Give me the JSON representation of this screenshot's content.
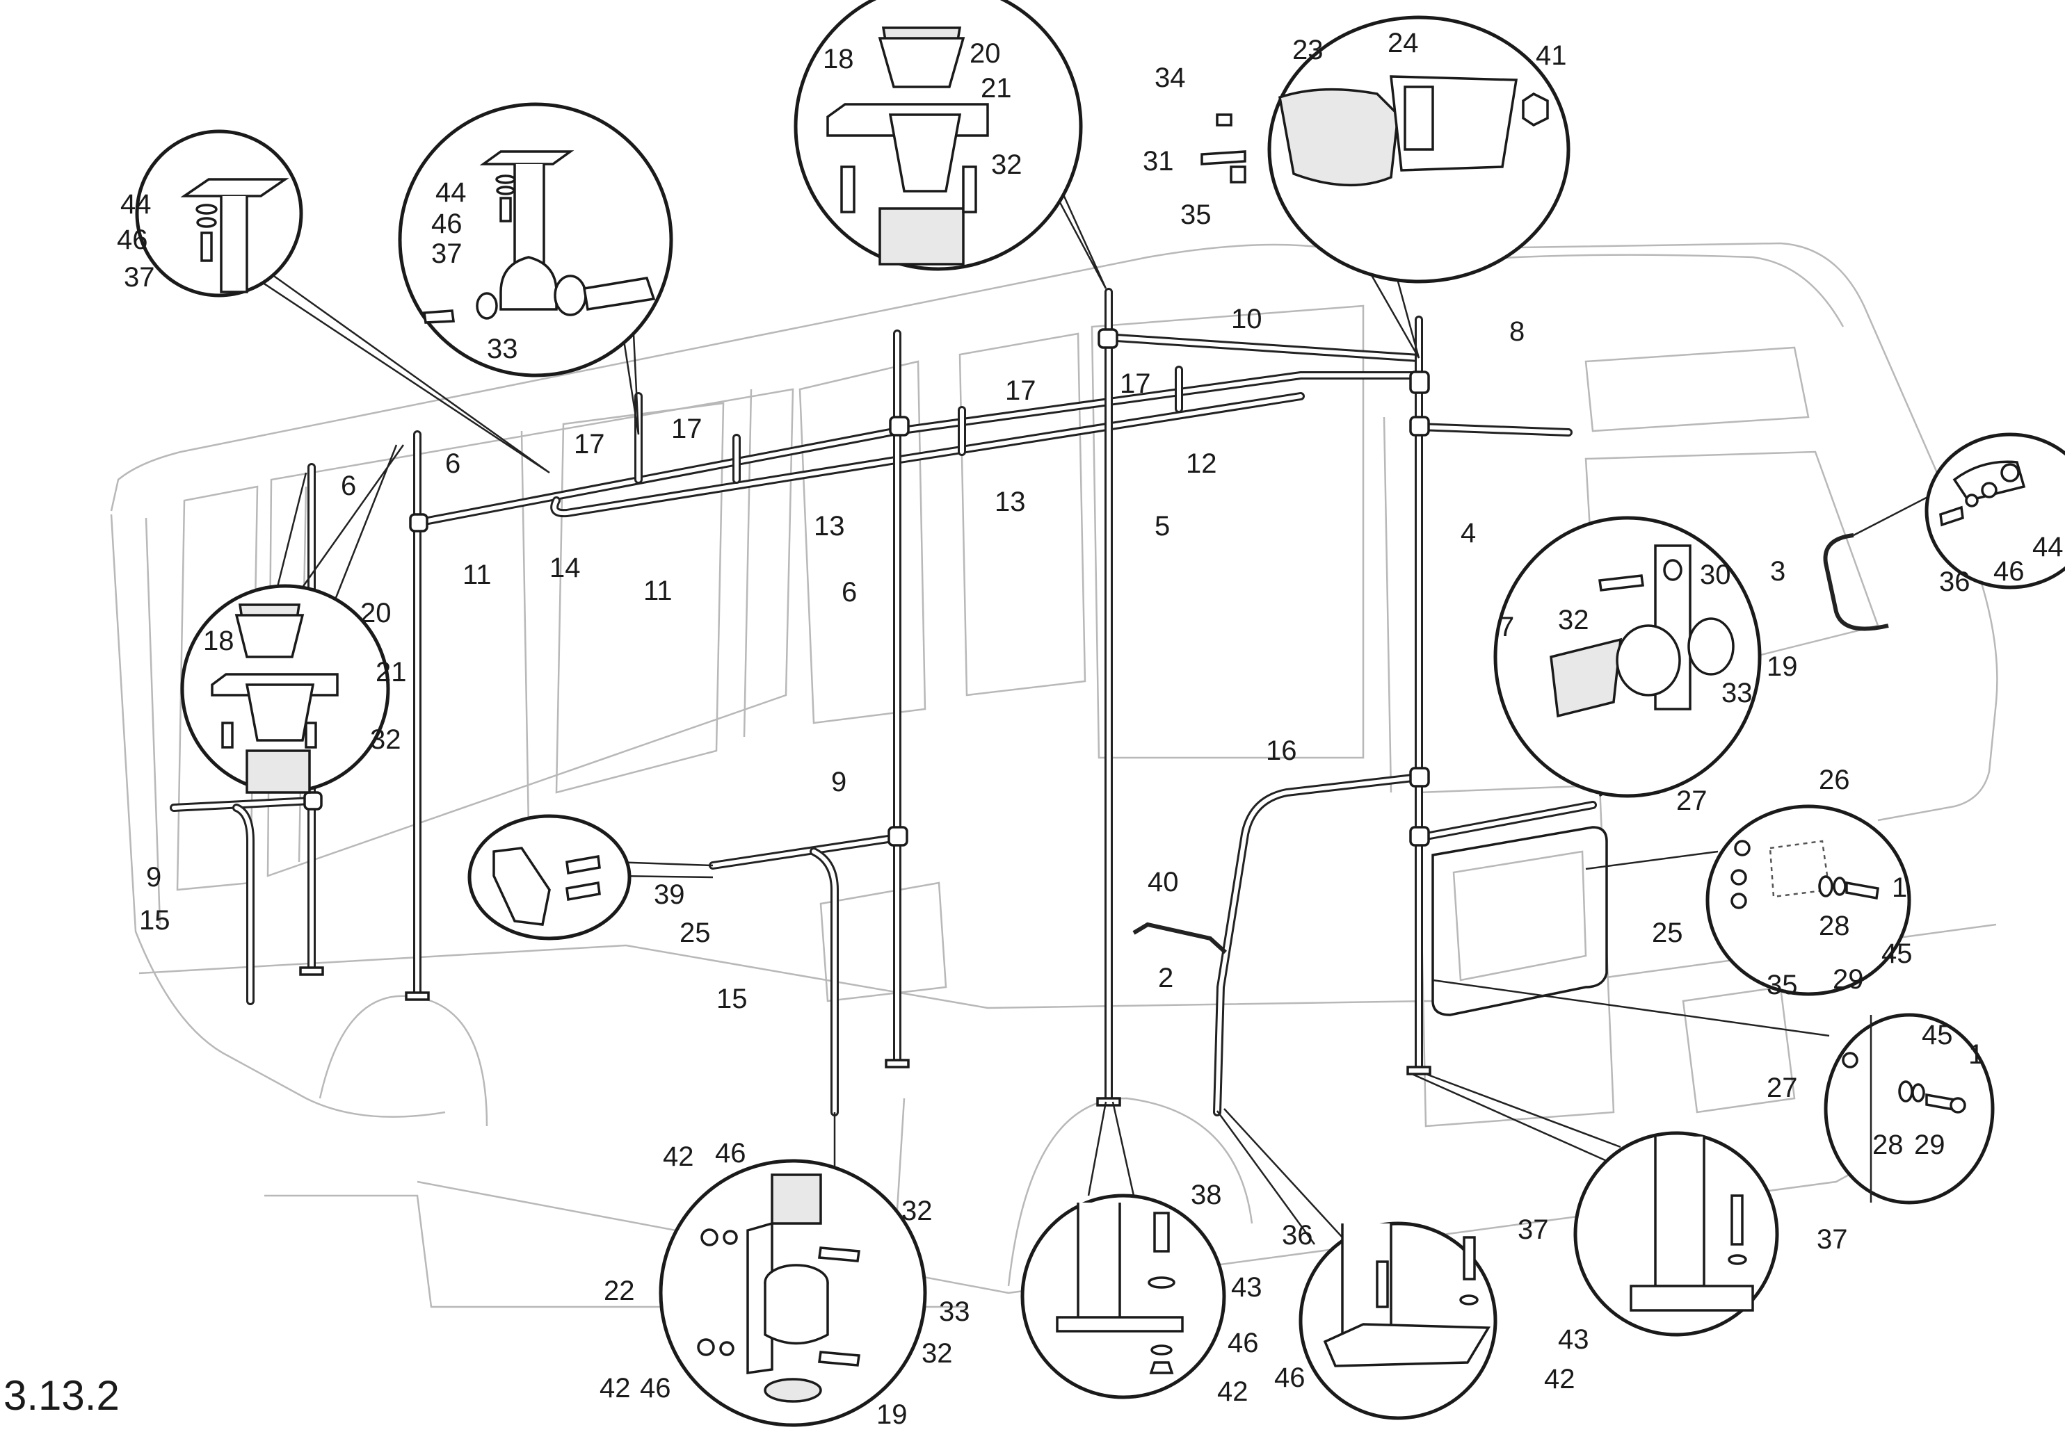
{
  "figure_ref": "3.13.2",
  "labels": {
    "l1a": "1",
    "l1b": "1",
    "l2": "2",
    "l3": "3",
    "l4": "4",
    "l5": "5",
    "l6a": "6",
    "l6b": "6",
    "l6c": "6",
    "l7": "7",
    "l8": "8",
    "l9a": "9",
    "l9b": "9",
    "l10": "10",
    "l11a": "11",
    "l11b": "11",
    "l12": "12",
    "l13a": "13",
    "l13b": "13",
    "l14": "14",
    "l15a": "15",
    "l15b": "15",
    "l16": "16",
    "l17a": "17",
    "l17b": "17",
    "l17c": "17",
    "l17d": "17",
    "l18a": "18",
    "l18b": "18",
    "l19a": "19",
    "l19b": "19",
    "l20a": "20",
    "l20b": "20",
    "l21a": "21",
    "l21b": "21",
    "l22": "22",
    "l23": "23",
    "l24": "24",
    "l25a": "25",
    "l25b": "25",
    "l26": "26",
    "l27a": "27",
    "l27b": "27",
    "l28a": "28",
    "l28b": "28",
    "l29a": "29",
    "l29b": "29",
    "l30": "30",
    "l31": "31",
    "l32a": "32",
    "l32b": "32",
    "l32c": "32",
    "l32d": "32",
    "l32e": "32",
    "l33a": "33",
    "l33b": "33",
    "l33c": "33",
    "l34": "34",
    "l35a": "35",
    "l35b": "35",
    "l36a": "36",
    "l36b": "36",
    "l37a": "37",
    "l37b": "37",
    "l37c": "37",
    "l37d": "37",
    "l38": "38",
    "l39": "39",
    "l40": "40",
    "l41": "41",
    "l42a": "42",
    "l42b": "42",
    "l42c": "42",
    "l42d": "42",
    "l43a": "43",
    "l43b": "43",
    "l44a": "44",
    "l44b": "44",
    "l44c": "44",
    "l45a": "45",
    "l45b": "45",
    "l46a": "46",
    "l46b": "46",
    "l46c": "46",
    "l46d": "46",
    "l46e": "46",
    "l46f": "46",
    "l46g": "46"
  }
}
